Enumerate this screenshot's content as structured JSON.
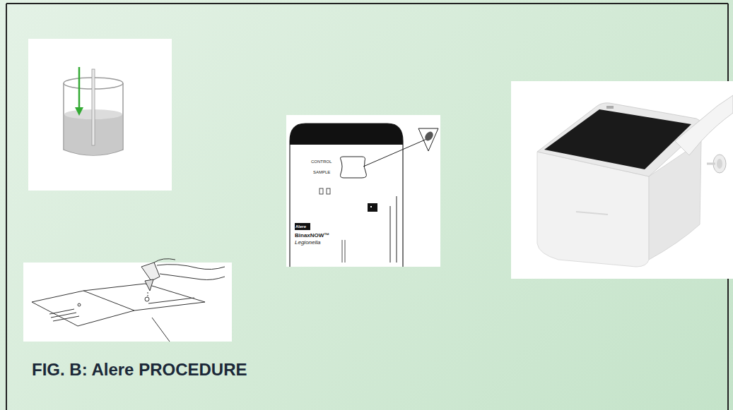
{
  "diagram": {
    "caption": "FIG. B: Alere PROCEDURE",
    "labels": [
      "CONTROL",
      "SAMPLE",
      "Alere",
      "BinaxNOW™",
      "Legionella"
    ]
  }
}
